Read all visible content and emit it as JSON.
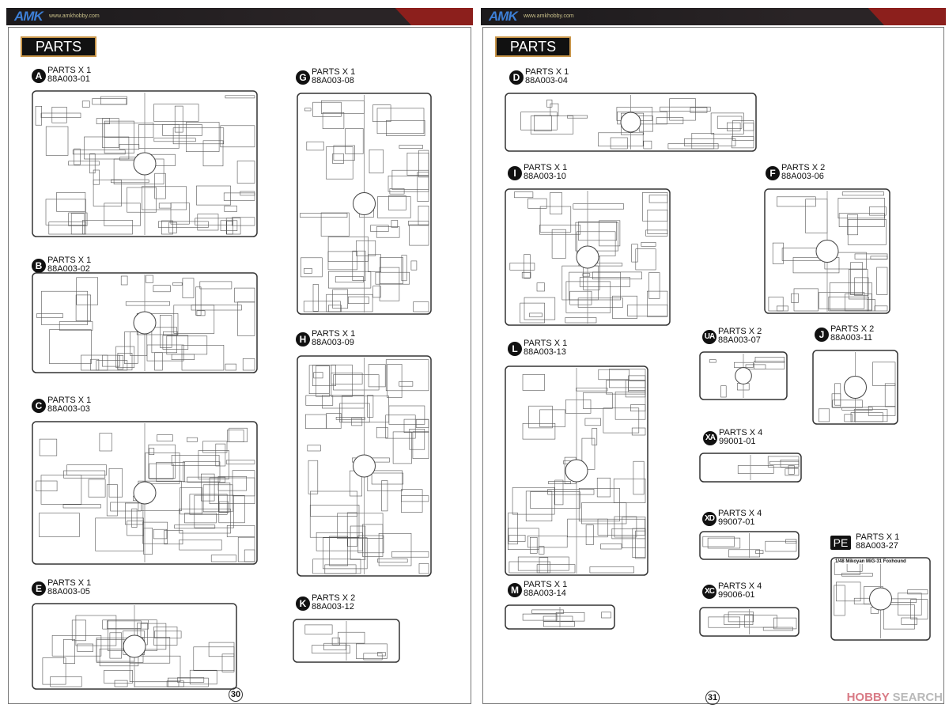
{
  "header": {
    "logo": "AMK",
    "url": "www.amkhobby.com"
  },
  "section_title": "PARTS",
  "left_page": {
    "page_number": "30",
    "groups": [
      {
        "letter": "A",
        "qty": "PARTS X 1",
        "code": "88A003-01"
      },
      {
        "letter": "B",
        "qty": "PARTS X 1",
        "code": "88A003-02"
      },
      {
        "letter": "C",
        "qty": "PARTS X 1",
        "code": "88A003-03"
      },
      {
        "letter": "E",
        "qty": "PARTS X 1",
        "code": "88A003-05"
      },
      {
        "letter": "G",
        "qty": "PARTS X 1",
        "code": "88A003-08"
      },
      {
        "letter": "H",
        "qty": "PARTS X 1",
        "code": "88A003-09"
      },
      {
        "letter": "K",
        "qty": "PARTS X 2",
        "code": "88A003-12"
      }
    ]
  },
  "right_page": {
    "page_number": "31",
    "groups": [
      {
        "letter": "D",
        "qty": "PARTS X 1",
        "code": "88A003-04"
      },
      {
        "letter": "I",
        "qty": "PARTS X 1",
        "code": "88A003-10"
      },
      {
        "letter": "F",
        "qty": "PARTS X 2",
        "code": "88A003-06"
      },
      {
        "letter": "L",
        "qty": "PARTS X 1",
        "code": "88A003-13"
      },
      {
        "letter": "UA",
        "qty": "PARTS X 2",
        "code": "88A003-07"
      },
      {
        "letter": "J",
        "qty": "PARTS X 2",
        "code": "88A003-11"
      },
      {
        "letter": "XA",
        "qty": "PARTS X 4",
        "code": "99001-01"
      },
      {
        "letter": "XD",
        "qty": "PARTS X 4",
        "code": "99007-01"
      },
      {
        "letter": "XC",
        "qty": "PARTS X 4",
        "code": "99006-01"
      },
      {
        "letter": "M",
        "qty": "PARTS X 1",
        "code": "88A003-14"
      },
      {
        "letter": "PE",
        "qty": "PARTS X 1",
        "code": "88A003-27"
      }
    ]
  },
  "pe_fret_title": "1/48 Mikoyan MiG-31 Foxhound",
  "watermark": {
    "brand": "HOBBY",
    "suffix": "SEARCH"
  }
}
